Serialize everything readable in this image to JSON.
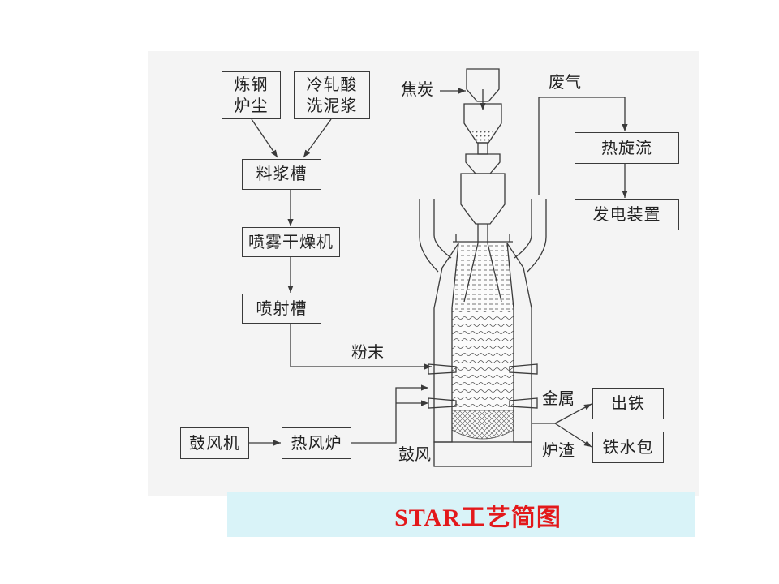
{
  "title": "STAR工艺简图",
  "colors": {
    "title_text": "#e3191b",
    "title_bar": "#d9f3f8",
    "panel": "#f4f4f4",
    "line": "#3a3a3a"
  },
  "boxes": {
    "steel_dust": {
      "lines": [
        "炼钢",
        "炉尘"
      ]
    },
    "pickling_sludge": {
      "lines": [
        "冷轧酸",
        "洗泥浆"
      ]
    },
    "slurry_tank": {
      "label": "料浆槽"
    },
    "spray_dryer": {
      "label": "喷雾干燥机"
    },
    "injection_tank": {
      "label": "喷射槽"
    },
    "hot_cyclone": {
      "label": "热旋流"
    },
    "power_unit": {
      "label": "发电装置"
    },
    "tapping": {
      "label": "出铁"
    },
    "ladle": {
      "label": "铁水包"
    },
    "blower": {
      "label": "鼓风机"
    },
    "hot_stove": {
      "label": "热风炉"
    }
  },
  "labels": {
    "coke": "焦炭",
    "exhaust": "废气",
    "powder": "粉末",
    "metal": "金属",
    "slag": "炉渣",
    "blast": "鼓风"
  }
}
